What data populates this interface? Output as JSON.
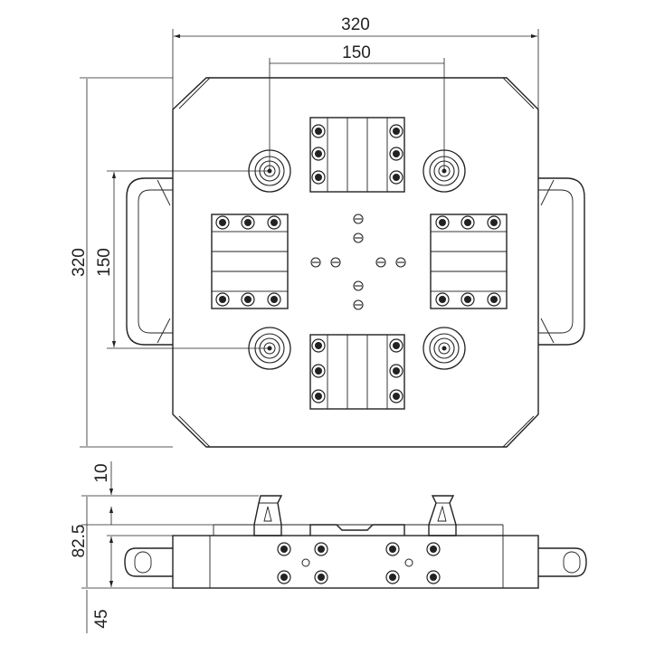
{
  "dimensions": {
    "top_width": "320",
    "top_inner_width": "150",
    "left_height": "320",
    "left_inner_height": "150",
    "side_top_offset": "10",
    "side_total_height": "82.5",
    "side_base_height": "45"
  },
  "colors": {
    "line": "#222222",
    "background": "#ffffff"
  }
}
